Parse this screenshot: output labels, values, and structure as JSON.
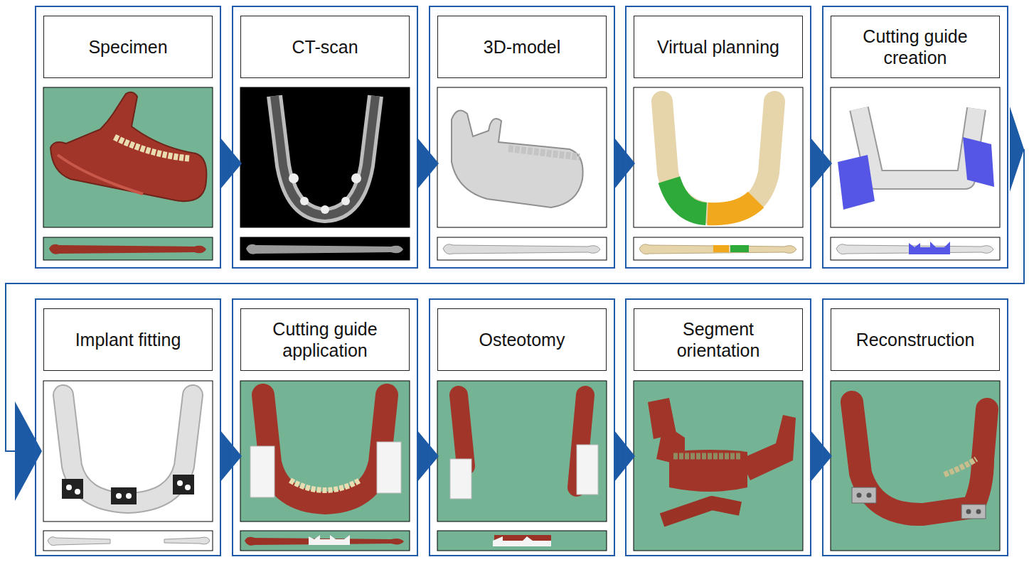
{
  "diagram": {
    "nodes": [
      {
        "text": [
          "Specimen"
        ]
      },
      {
        "text": [
          "CT-scan"
        ]
      },
      {
        "text": [
          "3D-model"
        ]
      },
      {
        "text": [
          "Virtual planning"
        ]
      },
      {
        "text": [
          "Cutting guide creation"
        ]
      },
      {
        "text": [
          "Implant fitting"
        ]
      },
      {
        "text": [
          "Cutting guide application"
        ]
      },
      {
        "text": [
          "Osteotomy"
        ]
      },
      {
        "text": [
          "Segment orientation"
        ]
      },
      {
        "text": [
          "Reconstruction"
        ]
      }
    ],
    "edges": [
      {
        "from": 0,
        "to": 1,
        "arrow": "to"
      },
      {
        "from": 1,
        "to": 2,
        "arrow": "to"
      },
      {
        "from": 2,
        "to": 3,
        "arrow": "to"
      },
      {
        "from": 3,
        "to": 4,
        "arrow": "to"
      },
      {
        "from": 4,
        "to": 5,
        "arrow": "to"
      },
      {
        "from": 5,
        "to": 6,
        "arrow": "to"
      },
      {
        "from": 6,
        "to": 7,
        "arrow": "to"
      },
      {
        "from": 7,
        "to": 8,
        "arrow": "to"
      },
      {
        "from": 8,
        "to": 9,
        "arrow": "to"
      }
    ]
  }
}
